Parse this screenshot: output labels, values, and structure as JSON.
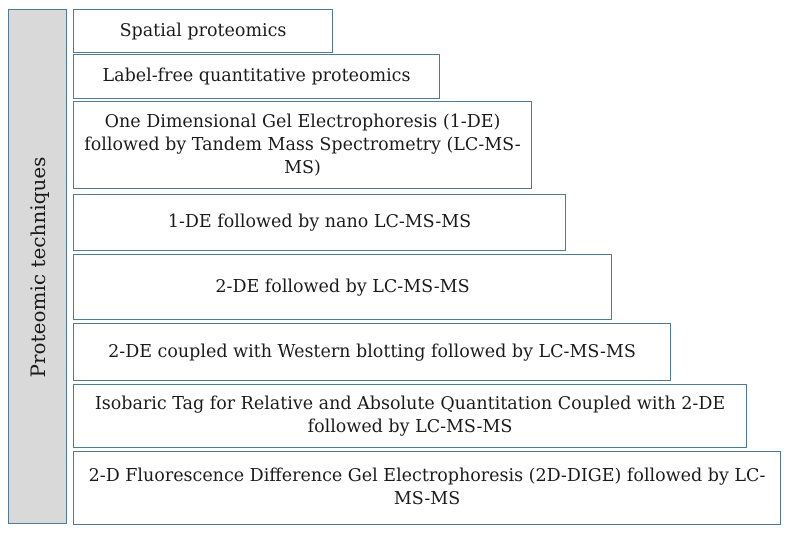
{
  "diagram": {
    "category_label": "Proteomic techniques",
    "techniques": [
      {
        "label": "Spatial proteomics"
      },
      {
        "label": "Label-free quantitative proteomics"
      },
      {
        "label": "One Dimensional Gel Electrophoresis (1-DE) followed by Tandem Mass Spectrometry (LC-MS-MS)"
      },
      {
        "label": "1-DE followed by nano LC-MS-MS"
      },
      {
        "label": "2-DE followed by LC-MS-MS"
      },
      {
        "label": "2-DE coupled with Western blotting followed by LC-MS-MS"
      },
      {
        "label": "Isobaric Tag for Relative and Absolute Quantitation Coupled with 2-DE followed by LC-MS-MS"
      },
      {
        "label": "2-D Fluorescence Difference Gel Electrophoresis (2D-DIGE) followed by LC-MS-MS"
      }
    ],
    "colors": {
      "border": "#4f7b96",
      "sidebar_fill": "#d9d9d9",
      "box_fill": "#ffffff"
    }
  }
}
